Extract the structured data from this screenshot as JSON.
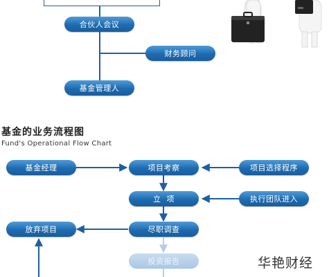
{
  "top_chart": {
    "nodes": {
      "partner_meeting": "合伙人会议",
      "financial_advisor": "财务顾问",
      "fund_manager": "基金管理人"
    }
  },
  "flow_chart": {
    "title_cn": "基金的业务流程图",
    "title_en": "Fund's Operational Flow Chart",
    "nodes": {
      "fund_manager": "基金经理",
      "project_review": "项目考察",
      "project_selection": "项目选择程序",
      "project_setup": "立  项",
      "team_entry": "执行团队进入",
      "abandon_project": "放弃项目",
      "due_diligence": "尽职调查",
      "investment_report": "投资报告"
    }
  },
  "watermark": "华艳财经",
  "colors": {
    "node_fill": "#1e6bb0",
    "node_text": "#ffffff",
    "connector": "#1d5fa4",
    "faded_node": "#a9c7e4"
  }
}
